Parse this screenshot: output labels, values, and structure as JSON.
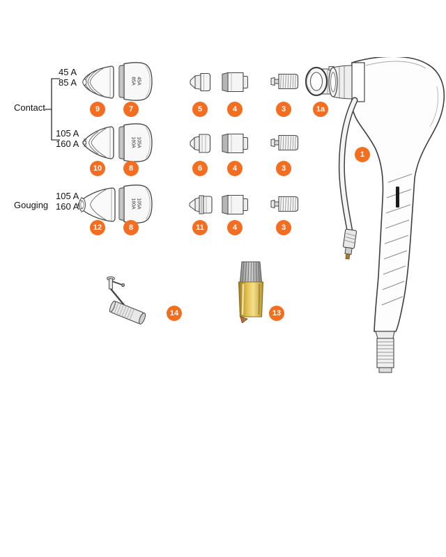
{
  "colors": {
    "accent": "#F36E21",
    "background": "#FFFFFF"
  },
  "groups": {
    "contact_label": "Contact",
    "gouging_label": "Gouging"
  },
  "rows": [
    {
      "group": "Contact",
      "amperages": [
        "45 A",
        "85 A"
      ],
      "cap_text": [
        "45A",
        "85A"
      ],
      "parts": [
        {
          "id": "9",
          "name": "shield"
        },
        {
          "id": "7",
          "name": "retaining cap"
        },
        {
          "id": "5",
          "name": "nozzle"
        },
        {
          "id": "4",
          "name": "electrode"
        },
        {
          "id": "3",
          "name": "swirl ring"
        },
        {
          "id": "1a",
          "name": "connector ring"
        }
      ]
    },
    {
      "group": "Contact",
      "amperages": [
        "105 A",
        "160 A"
      ],
      "cap_text": [
        "105A",
        "160A"
      ],
      "parts": [
        {
          "id": "10",
          "name": "shield"
        },
        {
          "id": "8",
          "name": "retaining cap"
        },
        {
          "id": "6",
          "name": "nozzle"
        },
        {
          "id": "4",
          "name": "electrode"
        },
        {
          "id": "3",
          "name": "swirl ring"
        }
      ]
    },
    {
      "group": "Gouging",
      "amperages": [
        "105 A",
        "160 A"
      ],
      "cap_text": [
        "105A",
        "160A"
      ],
      "parts": [
        {
          "id": "12",
          "name": "gouging shield"
        },
        {
          "id": "8",
          "name": "retaining cap"
        },
        {
          "id": "11",
          "name": "gouging nozzle"
        },
        {
          "id": "4",
          "name": "electrode"
        },
        {
          "id": "3",
          "name": "swirl ring"
        }
      ]
    }
  ],
  "torch": {
    "id": "1",
    "name": "hand torch"
  },
  "tools": [
    {
      "id": "14",
      "name": "wrench tool"
    },
    {
      "id": "13",
      "name": "standoff tool"
    }
  ]
}
